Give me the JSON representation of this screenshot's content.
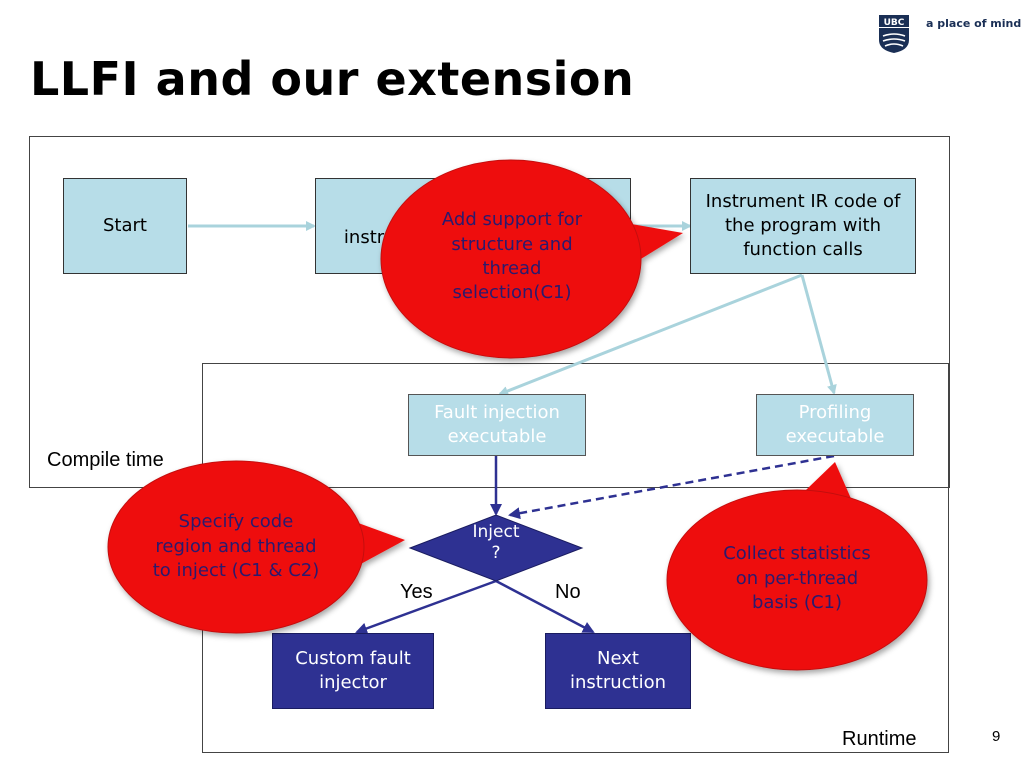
{
  "header": {
    "title": "LLFI and our extension",
    "tagline": "a place of mind",
    "logo_text": "UBC"
  },
  "diagram": {
    "compile_label": "Compile time",
    "runtime_label": "Runtime",
    "nodes": {
      "start": "Start",
      "fault_instr": "Fault injection instruction/register selection",
      "instrument": "Instrument IR code of the program with function calls",
      "fi_exec": "Fault injection executable",
      "prof_exec": "Profiling executable",
      "inject": "Inject ?",
      "custom": "Custom fault injector",
      "next": "Next instruction"
    },
    "edges": {
      "yes": "Yes",
      "no": "No"
    },
    "callouts": {
      "c1": "Add support for structure and thread selection(C1)",
      "c2": "Specify code region and thread to inject (C1 & C2)",
      "c3": "Collect statistics on per-thread basis (C1)"
    }
  },
  "page_number": "9",
  "colors": {
    "light_box": "#b7dde8",
    "dark_box": "#2e3192",
    "callout": "#ee1111",
    "arrow_light": "#a9d3dc",
    "arrow_dark": "#2e3192"
  }
}
